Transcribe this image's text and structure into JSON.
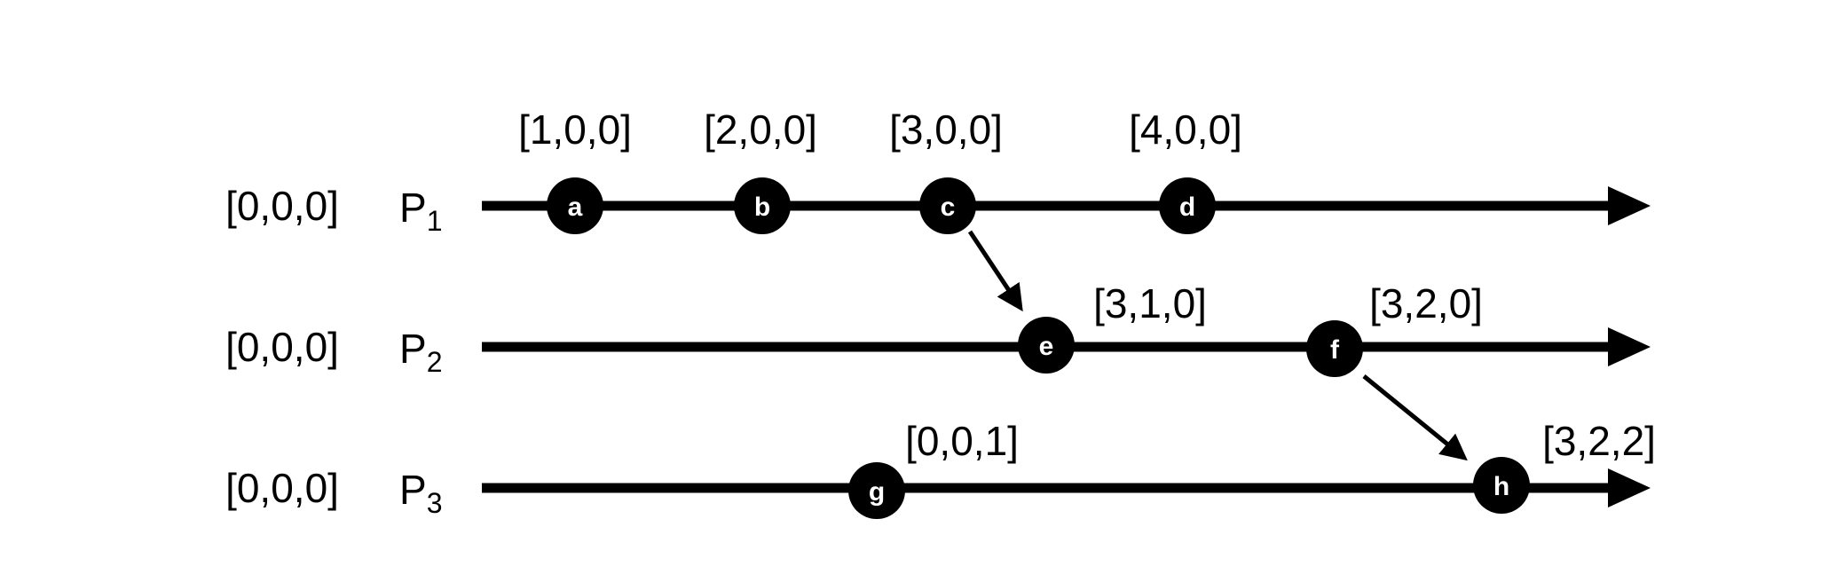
{
  "processes": [
    {
      "name": "P",
      "sub": "1",
      "initial": "[0,0,0]"
    },
    {
      "name": "P",
      "sub": "2",
      "initial": "[0,0,0]"
    },
    {
      "name": "P",
      "sub": "3",
      "initial": "[0,0,0]"
    }
  ],
  "events": [
    {
      "id": "a",
      "process": 0,
      "clock": "[1,0,0]"
    },
    {
      "id": "b",
      "process": 0,
      "clock": "[2,0,0]"
    },
    {
      "id": "c",
      "process": 0,
      "clock": "[3,0,0]"
    },
    {
      "id": "d",
      "process": 0,
      "clock": "[4,0,0]"
    },
    {
      "id": "e",
      "process": 1,
      "clock": "[3,1,0]"
    },
    {
      "id": "f",
      "process": 1,
      "clock": "[3,2,0]"
    },
    {
      "id": "g",
      "process": 2,
      "clock": "[0,0,1]"
    },
    {
      "id": "h",
      "process": 2,
      "clock": "[3,2,2]"
    }
  ],
  "messages": [
    {
      "from": "c",
      "to": "e"
    },
    {
      "from": "f",
      "to": "h"
    }
  ]
}
